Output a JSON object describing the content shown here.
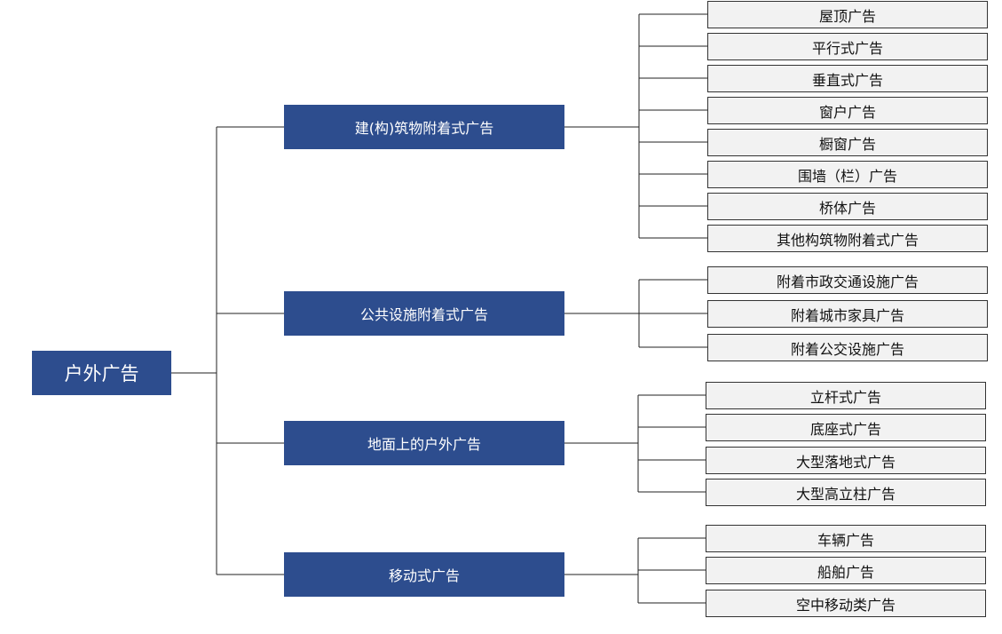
{
  "diagram": {
    "root": {
      "label": "户外广告"
    },
    "categories": [
      {
        "label": "建(构)筑物附着式广告",
        "items": [
          "屋顶广告",
          "平行式广告",
          "垂直式广告",
          "窗户广告",
          "橱窗广告",
          "围墙（栏）广告",
          "桥体广告",
          "其他构筑物附着式广告"
        ]
      },
      {
        "label": "公共设施附着式广告",
        "items": [
          "附着市政交通设施广告",
          "附着城市家具广告",
          "附着公交设施广告"
        ]
      },
      {
        "label": "地面上的户外广告",
        "items": [
          "立杆式广告",
          "底座式广告",
          "大型落地式广告",
          "大型高立柱广告"
        ]
      },
      {
        "label": "移动式广告",
        "items": [
          "车辆广告",
          "船舶广告",
          "空中移动类广告"
        ]
      }
    ],
    "colors": {
      "node_fill": "#2d4d8e",
      "node_text": "#ffffff",
      "leaf_fill": "#f2f2f2",
      "leaf_border": "#333333",
      "connector": "#222222"
    }
  }
}
